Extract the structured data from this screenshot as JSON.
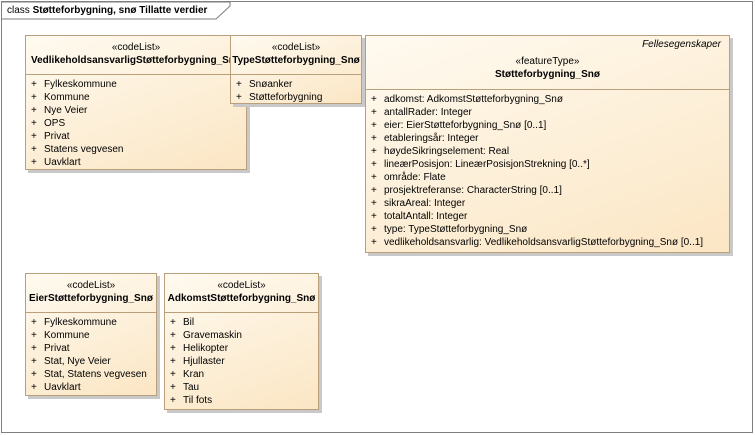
{
  "diagram": {
    "kind": "class",
    "title": "Støtteforbygning, snø Tillatte verdier"
  },
  "classes": {
    "vedlikehold": {
      "stereotype": "«codeList»",
      "name": "VedlikeholdsansvarligStøtteforbygning_Snø",
      "attributes": [
        {
          "vis": "+",
          "text": "Fylkeskommune"
        },
        {
          "vis": "+",
          "text": "Kommune"
        },
        {
          "vis": "+",
          "text": "Nye Veier"
        },
        {
          "vis": "+",
          "text": "OPS"
        },
        {
          "vis": "+",
          "text": "Privat"
        },
        {
          "vis": "+",
          "text": "Statens vegvesen"
        },
        {
          "vis": "+",
          "text": "Uavklart"
        }
      ]
    },
    "type": {
      "stereotype": "«codeList»",
      "name": "TypeStøtteforbygning_Snø",
      "attributes": [
        {
          "vis": "+",
          "text": "Snøanker"
        },
        {
          "vis": "+",
          "text": "Støtteforbygning"
        }
      ]
    },
    "feature": {
      "tag": "Fellesegenskaper",
      "stereotype": "«featureType»",
      "name": "Støtteforbygning_Snø",
      "attributes": [
        {
          "vis": "+",
          "text": "adkomst: AdkomstStøtteforbygning_Snø"
        },
        {
          "vis": "+",
          "text": "antallRader: Integer"
        },
        {
          "vis": "+",
          "text": "eier: EierStøtteforbygning_Snø [0..1]"
        },
        {
          "vis": "+",
          "text": "etableringsår: Integer"
        },
        {
          "vis": "+",
          "text": "høydeSikringselement: Real"
        },
        {
          "vis": "+",
          "text": "lineærPosisjon: LineærPosisjonStrekning [0..*]"
        },
        {
          "vis": "+",
          "text": "område: Flate"
        },
        {
          "vis": "+",
          "text": "prosjektreferanse: CharacterString [0..1]"
        },
        {
          "vis": "+",
          "text": "sikraAreal: Integer"
        },
        {
          "vis": "+",
          "text": "totaltAntall: Integer"
        },
        {
          "vis": "+",
          "text": "type: TypeStøtteforbygning_Snø"
        },
        {
          "vis": "+",
          "text": "vedlikeholdsansvarlig: VedlikeholdsansvarligStøtteforbygning_Snø [0..1]"
        }
      ]
    },
    "eier": {
      "stereotype": "«codeList»",
      "name": "EierStøtteforbygning_Snø",
      "attributes": [
        {
          "vis": "+",
          "text": "Fylkeskommune"
        },
        {
          "vis": "+",
          "text": "Kommune"
        },
        {
          "vis": "+",
          "text": "Privat"
        },
        {
          "vis": "+",
          "text": "Stat, Nye Veier"
        },
        {
          "vis": "+",
          "text": "Stat, Statens vegvesen"
        },
        {
          "vis": "+",
          "text": "Uavklart"
        }
      ]
    },
    "adkomst": {
      "stereotype": "«codeList»",
      "name": "AdkomstStøtteforbygning_Snø",
      "attributes": [
        {
          "vis": "+",
          "text": "Bil"
        },
        {
          "vis": "+",
          "text": "Gravemaskin"
        },
        {
          "vis": "+",
          "text": "Helikopter"
        },
        {
          "vis": "+",
          "text": "Hjullaster"
        },
        {
          "vis": "+",
          "text": "Kran"
        },
        {
          "vis": "+",
          "text": "Tau"
        },
        {
          "vis": "+",
          "text": "Til fots"
        }
      ]
    }
  }
}
